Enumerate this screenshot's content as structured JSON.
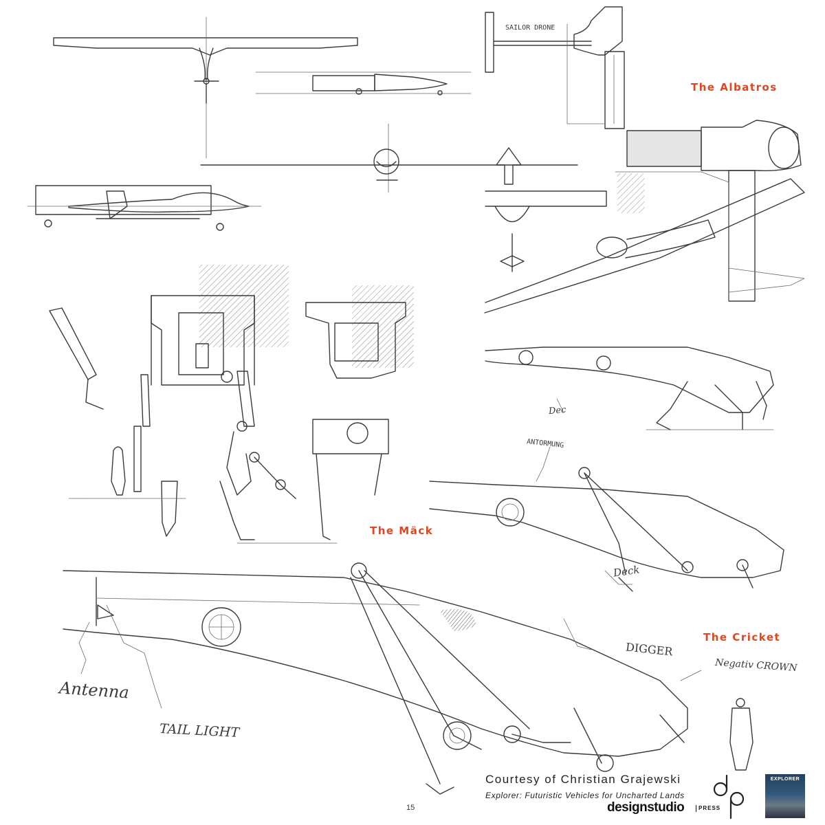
{
  "labels": {
    "albatros": "The Albatros",
    "mack": "The Mäck",
    "cricket": "The Cricket"
  },
  "annotations": {
    "sailor_drone": "SAILOR DRONE",
    "antormung": "ANTORMUNG",
    "antenna": "Antenna",
    "tail_light": "TAIL LIGHT",
    "digger": "DIGGER",
    "negative_crown": "Negativ CROWN",
    "deck": "Deck",
    "dec": "Dec"
  },
  "footer": {
    "credit": "Courtesy of Christian Grajewski",
    "book_title": "Explorer: Futuristic Vehicles for Uncharted Lands",
    "brand": "designstudio",
    "brand_suffix": "PRESS",
    "page_number": "15",
    "cover_title": "EXPLORER"
  },
  "colors": {
    "label_accent": "#e0461f",
    "pencil": "#3a3a3a",
    "background": "#ffffff"
  }
}
